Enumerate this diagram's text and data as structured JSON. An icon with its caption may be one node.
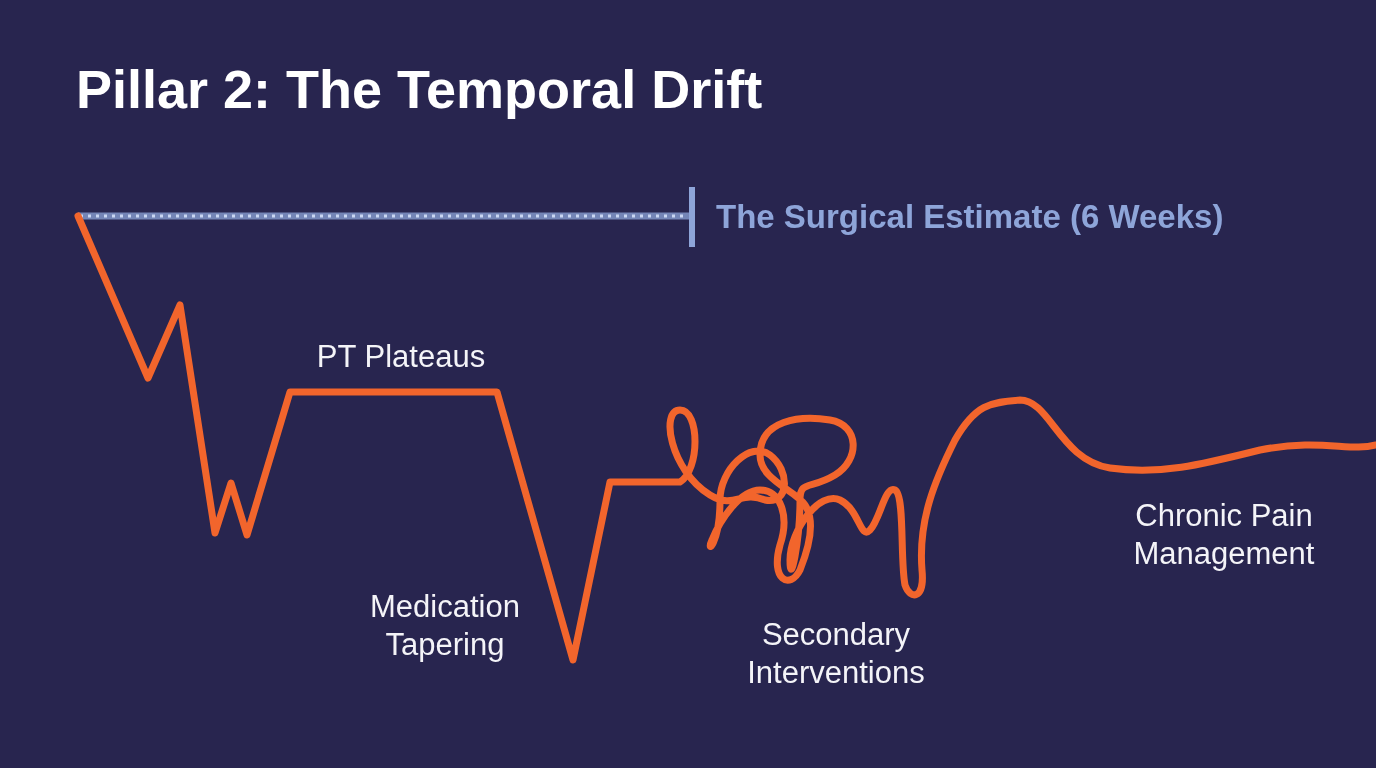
{
  "diagram": {
    "title": "Pillar 2: The Temporal Drift",
    "labels": [
      "The Surgical Estimate (6 Weeks)",
      "PT Plateaus",
      "Medication Tapering",
      "Secondary Interventions",
      "Chronic Pain Management"
    ]
  }
}
